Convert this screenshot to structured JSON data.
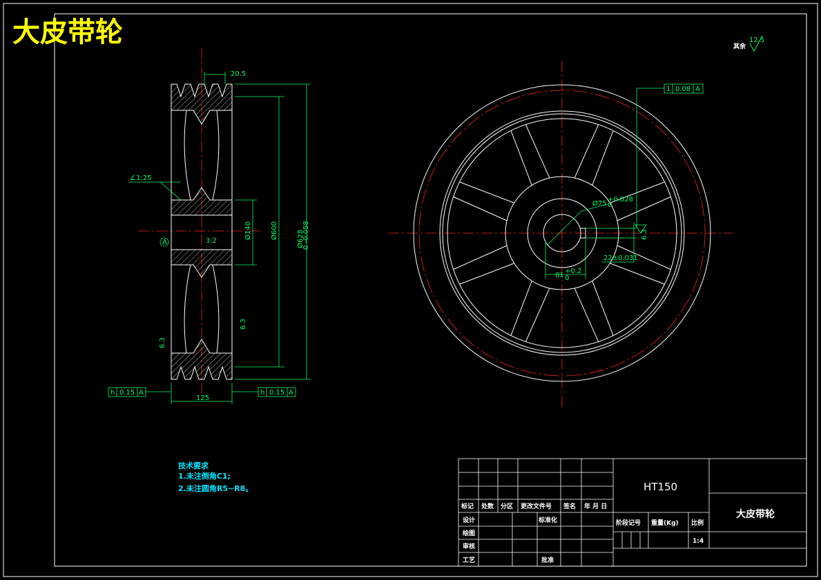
{
  "drawing": {
    "title": "大皮带轮",
    "surface_note": "其余",
    "surface_value": "12.5"
  },
  "side_view": {
    "dim_groove": "20.5",
    "dim_width": "125",
    "taper": "∠1:25",
    "datum": "A",
    "bore": "Ø140",
    "dia_mid": "Ø600",
    "dia_outer": "Ø628",
    "dia_outer_tol": "0 -0.058",
    "rough_bore": "3.2",
    "rough_side_1": "6.3",
    "rough_side_2": "6.3",
    "runout_left": [
      "h",
      "0.15",
      "A"
    ],
    "runout_right": [
      "h",
      "0.15",
      "A"
    ]
  },
  "front_view": {
    "runout": [
      "1",
      "0.08",
      "A"
    ],
    "bore": "Ø75",
    "bore_tol_upper": "+0.028",
    "bore_tol_lower": "0",
    "keyway_depth": "81",
    "keyway_depth_tol_upper": "+0.2",
    "keyway_depth_tol_lower": "0",
    "keyway_width": "22±0.031",
    "rough_key": "6.3"
  },
  "tech": {
    "heading": "技术要求",
    "line1": "1.未注倒角C1;",
    "line2": "2.未注圆角R5~R8。"
  },
  "title_block": {
    "material": "HT150",
    "part_name": "大皮带轮",
    "headers": [
      "标记",
      "处数",
      "分区",
      "更改文件号",
      "签名",
      "年 月 日"
    ],
    "design": "设计",
    "standard": "标准化",
    "drawing": "绘图",
    "review": "审核",
    "craft": "工艺",
    "approve": "批准",
    "stage_mark": "阶段记号",
    "weight": "重量(Kg)",
    "scale_label": "比例",
    "scale": "1:4"
  }
}
